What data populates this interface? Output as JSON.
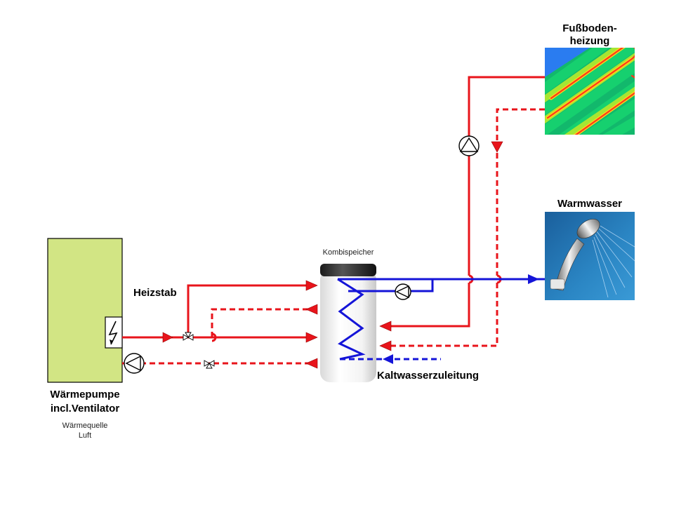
{
  "labels": {
    "heatpump_line1": "Wärmepumpe",
    "heatpump_line2": "incl.Ventilator",
    "heat_source_line1": "Wärmequelle",
    "heat_source_line2": "Luft",
    "heating_rod": "Heizstab",
    "storage": "Kombispeicher",
    "cold_water": "Kaltwasserzuleitung",
    "floor_heating_line1": "Fußboden-",
    "floor_heating_line2": "heizung",
    "hot_water": "Warmwasser"
  },
  "colors": {
    "supply": "#e8141b",
    "water": "#1414d8",
    "heatpump_body": "#d2e584",
    "shower_bg": "#1f74b4"
  },
  "icons": [
    "pump-icon",
    "three-way-valve-icon",
    "heating-element-icon",
    "flow-arrow-icon",
    "shower-head-icon",
    "floor-heating-thermal-icon"
  ]
}
